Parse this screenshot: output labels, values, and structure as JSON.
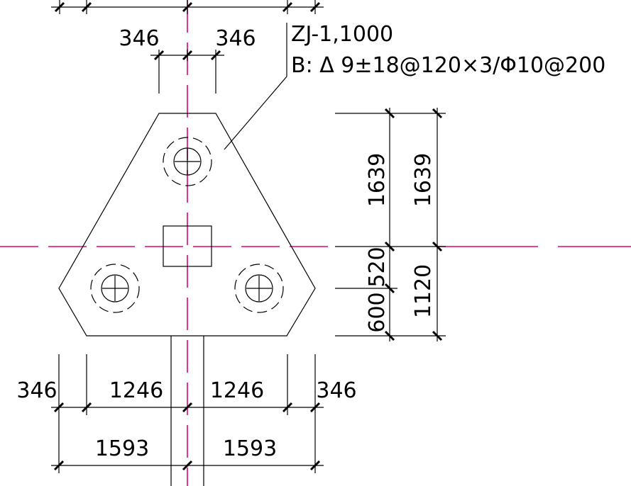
{
  "canvas": {
    "background": "#ffffff",
    "line_color": "#000000",
    "axis_color": "#e0007a"
  },
  "annotation": {
    "name": "ZJ-1,1000",
    "rebar": "B: Δ 9±18@120×3/Φ10@200"
  },
  "dims": {
    "top_left_346": "346",
    "top_right_346": "346",
    "right_inner_1639": "1639",
    "right_outer_1639": "1639",
    "right_520": "520",
    "right_600": "600",
    "right_1120": "1120",
    "bottom_left_346": "346",
    "bottom_left_1246": "1246",
    "bottom_right_1246": "1246",
    "bottom_right_346": "346",
    "bottom_left_1593": "1593",
    "bottom_right_1593": "1593"
  }
}
